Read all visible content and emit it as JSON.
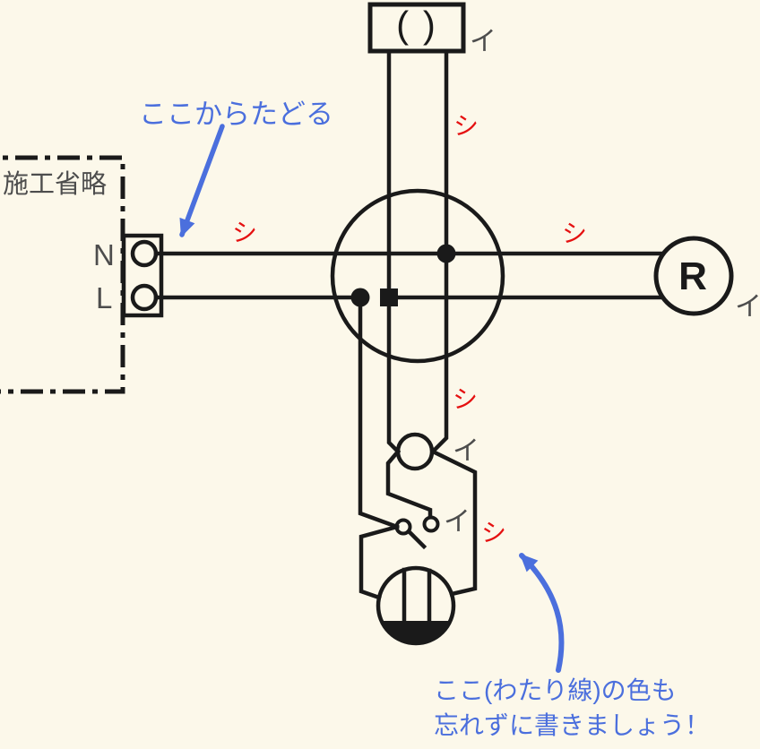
{
  "colors": {
    "background": "#fcf8ea",
    "line": "#1a1a1a",
    "label": "#4d4d4d",
    "wire_white_mark": "#e51111",
    "annotation": "#4b6fdd"
  },
  "source_box": {
    "label": "施工省略",
    "terminal_n": "N",
    "terminal_l": "L"
  },
  "devices": {
    "ceiling_rosette": {
      "body": "( )",
      "circuit": "イ"
    },
    "receptacle": {
      "body": "R",
      "circuit": "イ"
    },
    "pilot_lamp": {
      "circuit": "イ"
    },
    "switch": {
      "circuit": "イ"
    }
  },
  "wire_color_marks": [
    {
      "location": "rosette-feed",
      "label": "シ"
    },
    {
      "location": "source-neutral",
      "label": "シ"
    },
    {
      "location": "receptacle-neutral",
      "label": "シ"
    },
    {
      "location": "pilot-neutral-feed",
      "label": "シ"
    },
    {
      "location": "watari-line",
      "label": "シ"
    }
  ],
  "annotations": {
    "start_here": "ここからたどる",
    "watari_note": [
      "ここ(わたり線)の色も",
      "忘れずに書きましょう！"
    ]
  }
}
